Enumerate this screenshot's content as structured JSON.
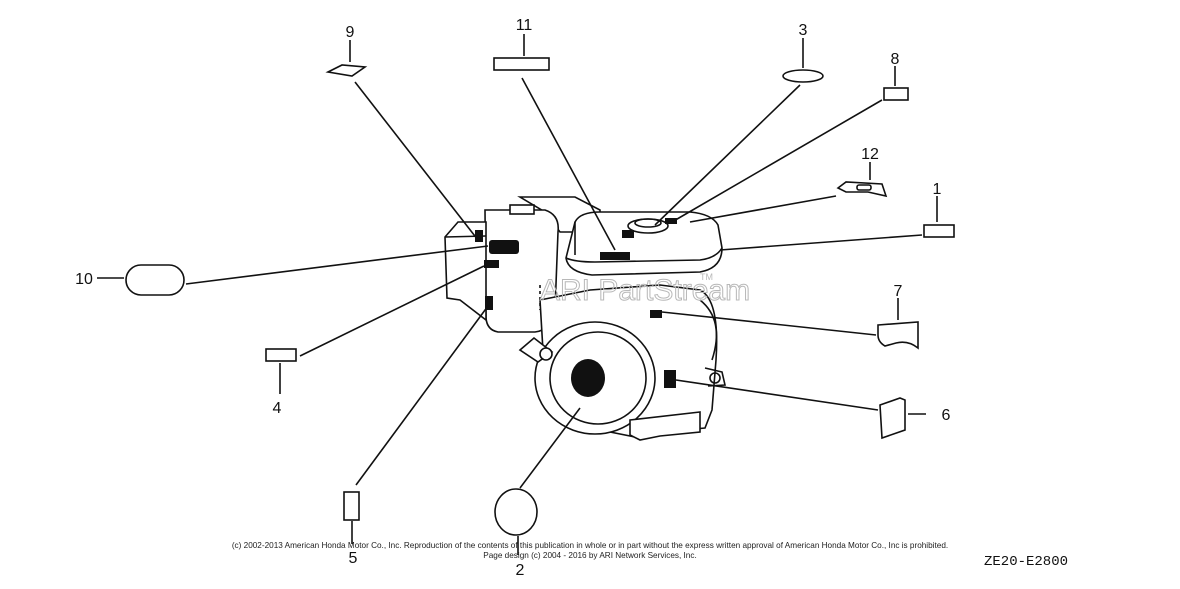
{
  "diagram": {
    "callouts": [
      "1",
      "2",
      "3",
      "4",
      "5",
      "6",
      "7",
      "8",
      "9",
      "10",
      "11",
      "12"
    ],
    "watermark": "ARI PartStream",
    "watermark_tm": "TM"
  },
  "footer": {
    "copyright_line1": "(c) 2002-2013 American Honda Motor Co., Inc. Reproduction of the contents of this publication in whole or in part without the express written approval of American Honda Motor Co., Inc is prohibited.",
    "copyright_line2": "Page design (c) 2004 - 2016 by ARI Network Services, Inc.",
    "diagram_code": "ZE20-E2800"
  }
}
